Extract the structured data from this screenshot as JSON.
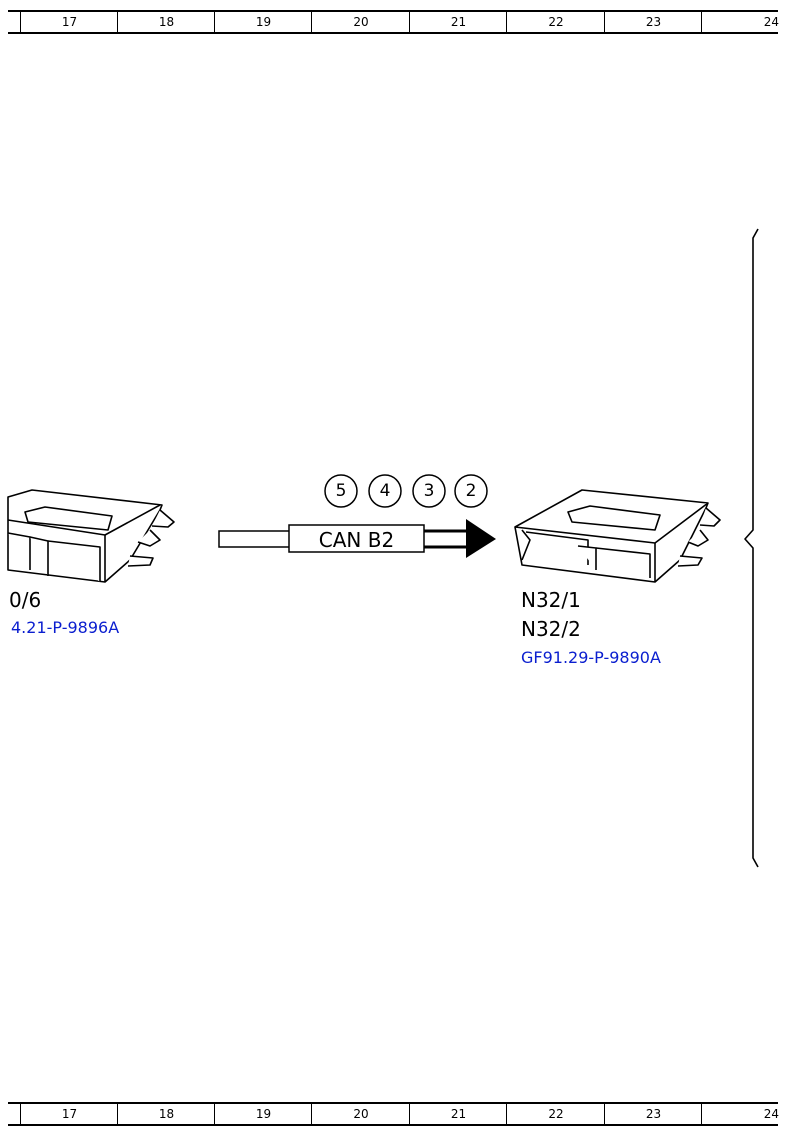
{
  "ruler": {
    "columns": [
      "17",
      "18",
      "19",
      "20",
      "21",
      "22",
      "23",
      "24"
    ]
  },
  "bus": {
    "label": "CAN B2",
    "markers": [
      "5",
      "4",
      "3",
      "2"
    ]
  },
  "left_module": {
    "code": "0/6",
    "ref": "4.21-P-9896A"
  },
  "right_module": {
    "code_1": "N32/1",
    "code_2": "N32/2",
    "ref": "GF91.29-P-9890A"
  }
}
